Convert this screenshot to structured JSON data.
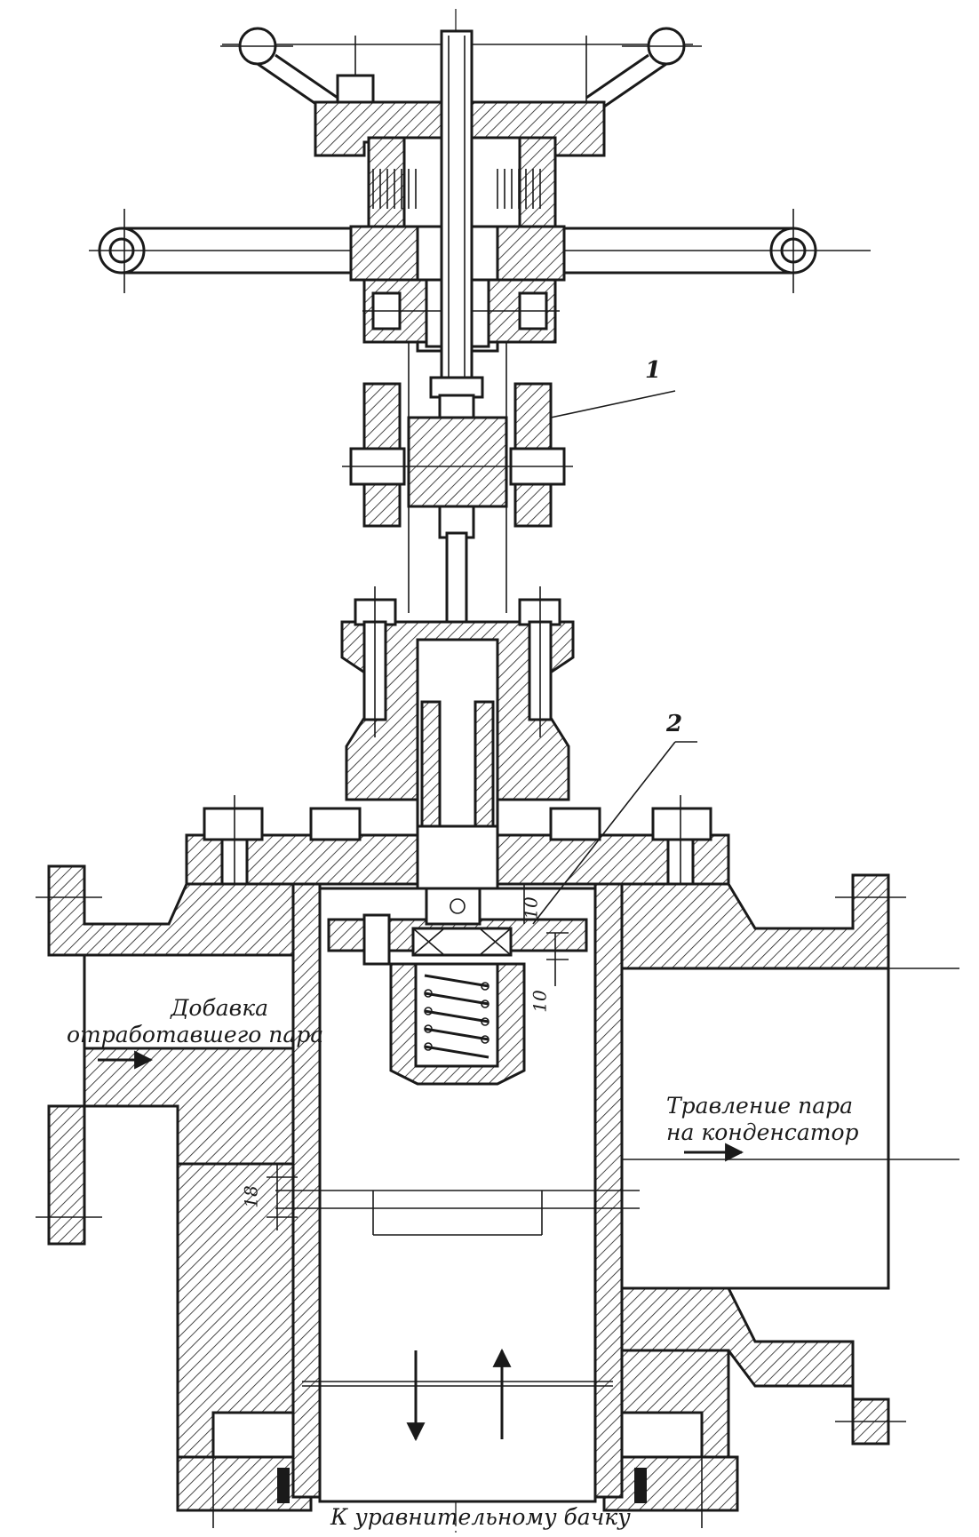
{
  "callouts": {
    "part_1": "1",
    "part_2": "2"
  },
  "dimensions": {
    "d_10_top": "10",
    "d_10_side": "10",
    "d_18": "18"
  },
  "labels": {
    "inlet_line1": "Добавка",
    "inlet_line2": "отработавшего пара",
    "outlet_line1": "Травление пара",
    "outlet_line2": "на конденсатор",
    "bottom": "К уравнительному бачку"
  },
  "colors": {
    "ink": "#1a1a1a",
    "paper": "#ffffff"
  }
}
